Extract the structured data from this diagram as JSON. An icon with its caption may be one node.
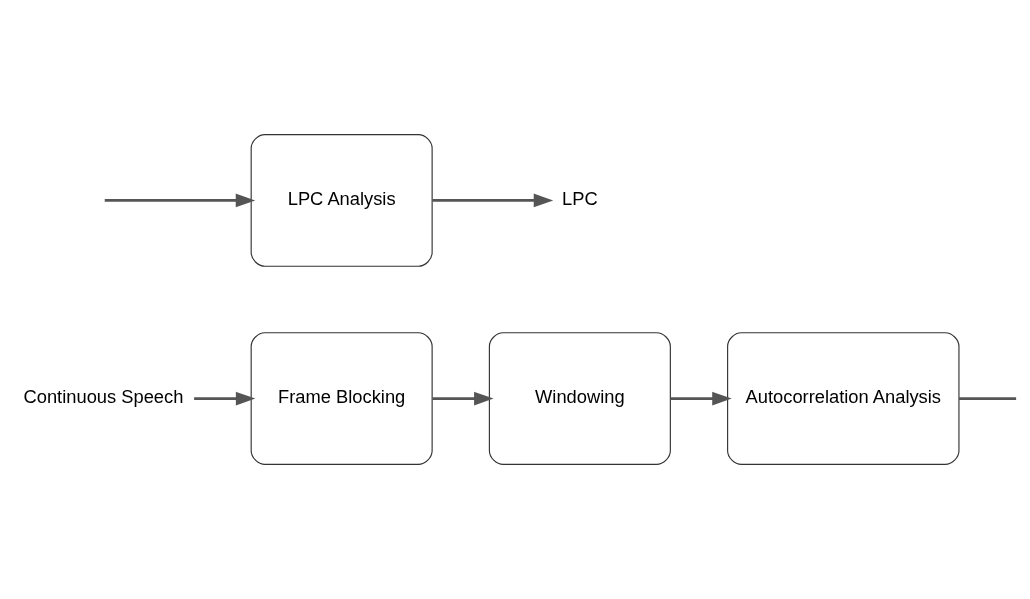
{
  "diagram": {
    "nodes": [
      {
        "text": [
          "Continuous Speech"
        ]
      },
      {
        "text": [
          "Frame Blocking"
        ]
      },
      {
        "text": [
          "Windowing"
        ]
      },
      {
        "text": [
          "Autocorrelation Analysis"
        ]
      },
      {
        "text": [
          "LPC Analysis"
        ]
      },
      {
        "text": [
          "LPC"
        ]
      }
    ],
    "edges": [
      {
        "from": 0,
        "to": 1,
        "arrow": "to"
      },
      {
        "from": 1,
        "to": 2,
        "arrow": "to"
      },
      {
        "from": 2,
        "to": 3,
        "arrow": "to"
      },
      {
        "from": 3,
        "to": null,
        "arrow": "none"
      },
      {
        "from": null,
        "to": 4,
        "arrow": "to"
      },
      {
        "from": 4,
        "to": 5,
        "arrow": "to"
      }
    ]
  }
}
